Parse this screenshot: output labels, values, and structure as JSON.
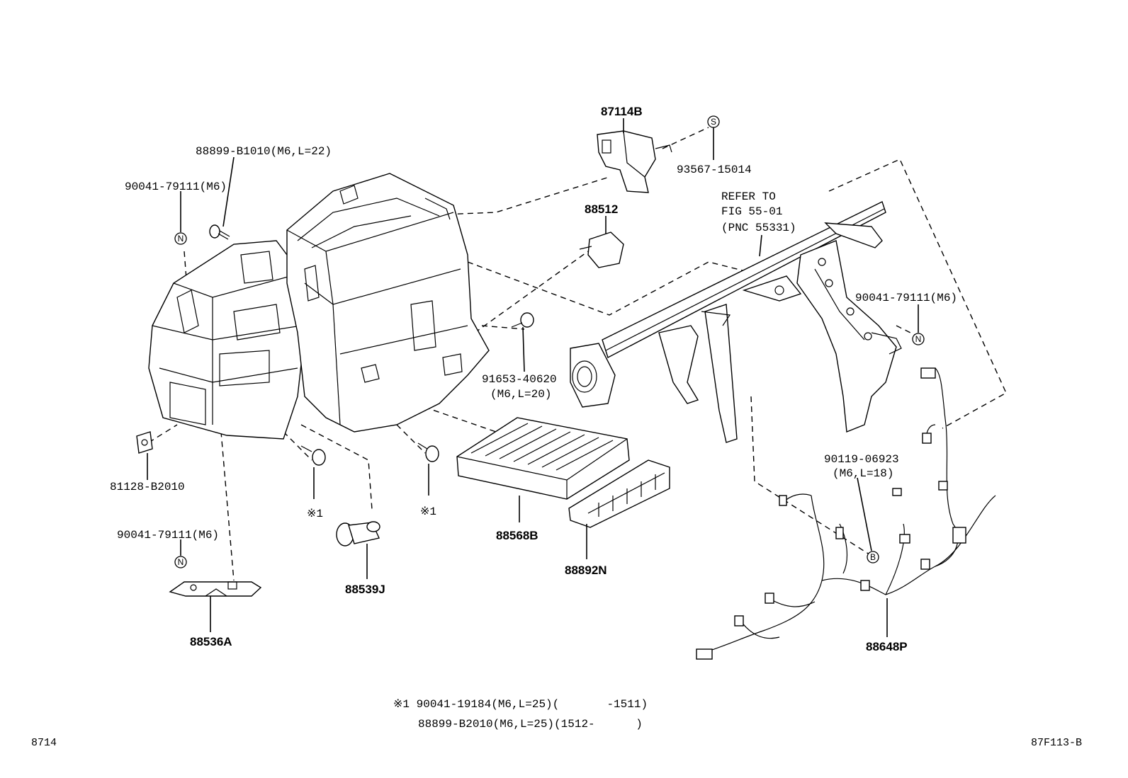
{
  "callouts": {
    "p87114b": "87114B",
    "p93567": "93567-15014",
    "p88899b1010": "88899-B1010(M6,L=22)",
    "p90041_top": "90041-79111(M6)",
    "p88512": "88512",
    "refer_line1": "REFER TO",
    "refer_line2": "FIG 55-01",
    "refer_line3": "(PNC 55331)",
    "p90041_right": "90041-79111(M6)",
    "p91653_line1": "91653-40620",
    "p91653_line2": "(M6,L=20)",
    "p81128": "81128-B2010",
    "mark1_a": "※1",
    "mark1_b": "※1",
    "p88568b": "88568B",
    "p88892n": "88892N",
    "p90041_bottom": "90041-79111(M6)",
    "p88539j": "88539J",
    "p88536a": "88536A",
    "p90119_line1": "90119-06923",
    "p90119_line2": "(M6,L=18)",
    "p88648p": "88648P"
  },
  "markers": {
    "s": "S",
    "n": "N",
    "b": "B"
  },
  "footnote": {
    "line1": "※1 90041-19184(M6,L=25)(       -1511)",
    "line2": "88899-B2010(M6,L=25)(1512-      )"
  },
  "corner": {
    "left": "8714",
    "right": "87F113-B"
  }
}
